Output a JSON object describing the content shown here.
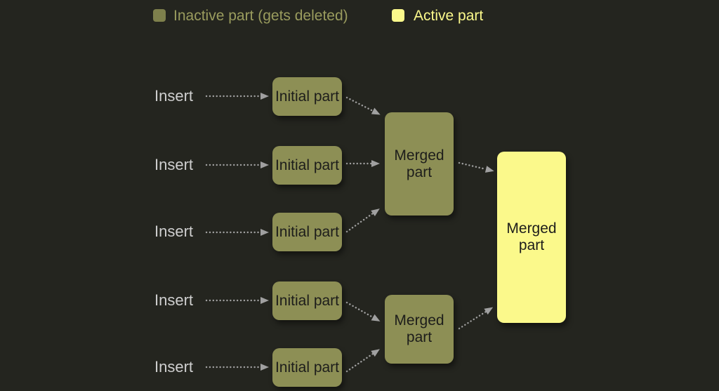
{
  "colors": {
    "background": "#24251f",
    "inactive_fill": "#8d8f55",
    "active_fill": "#fbf98b",
    "legend_inactive_text": "#9a9c5e",
    "legend_active_text": "#fbf98b",
    "insert_text": "#cfcfcf",
    "box_text": "#1d1d1b",
    "arrow": "#a0a0a0"
  },
  "legend": {
    "inactive_label": "Inactive part (gets deleted)",
    "active_label": "Active part"
  },
  "rows": [
    {
      "insert_label": "Insert",
      "part_label": "Initial part"
    },
    {
      "insert_label": "Insert",
      "part_label": "Initial part"
    },
    {
      "insert_label": "Insert",
      "part_label": "Initial part"
    },
    {
      "insert_label": "Insert",
      "part_label": "Initial part"
    },
    {
      "insert_label": "Insert",
      "part_label": "Initial part"
    }
  ],
  "merged": {
    "top_label": "Merged part",
    "bottom_label": "Merged part",
    "final_label": "Merged part"
  }
}
